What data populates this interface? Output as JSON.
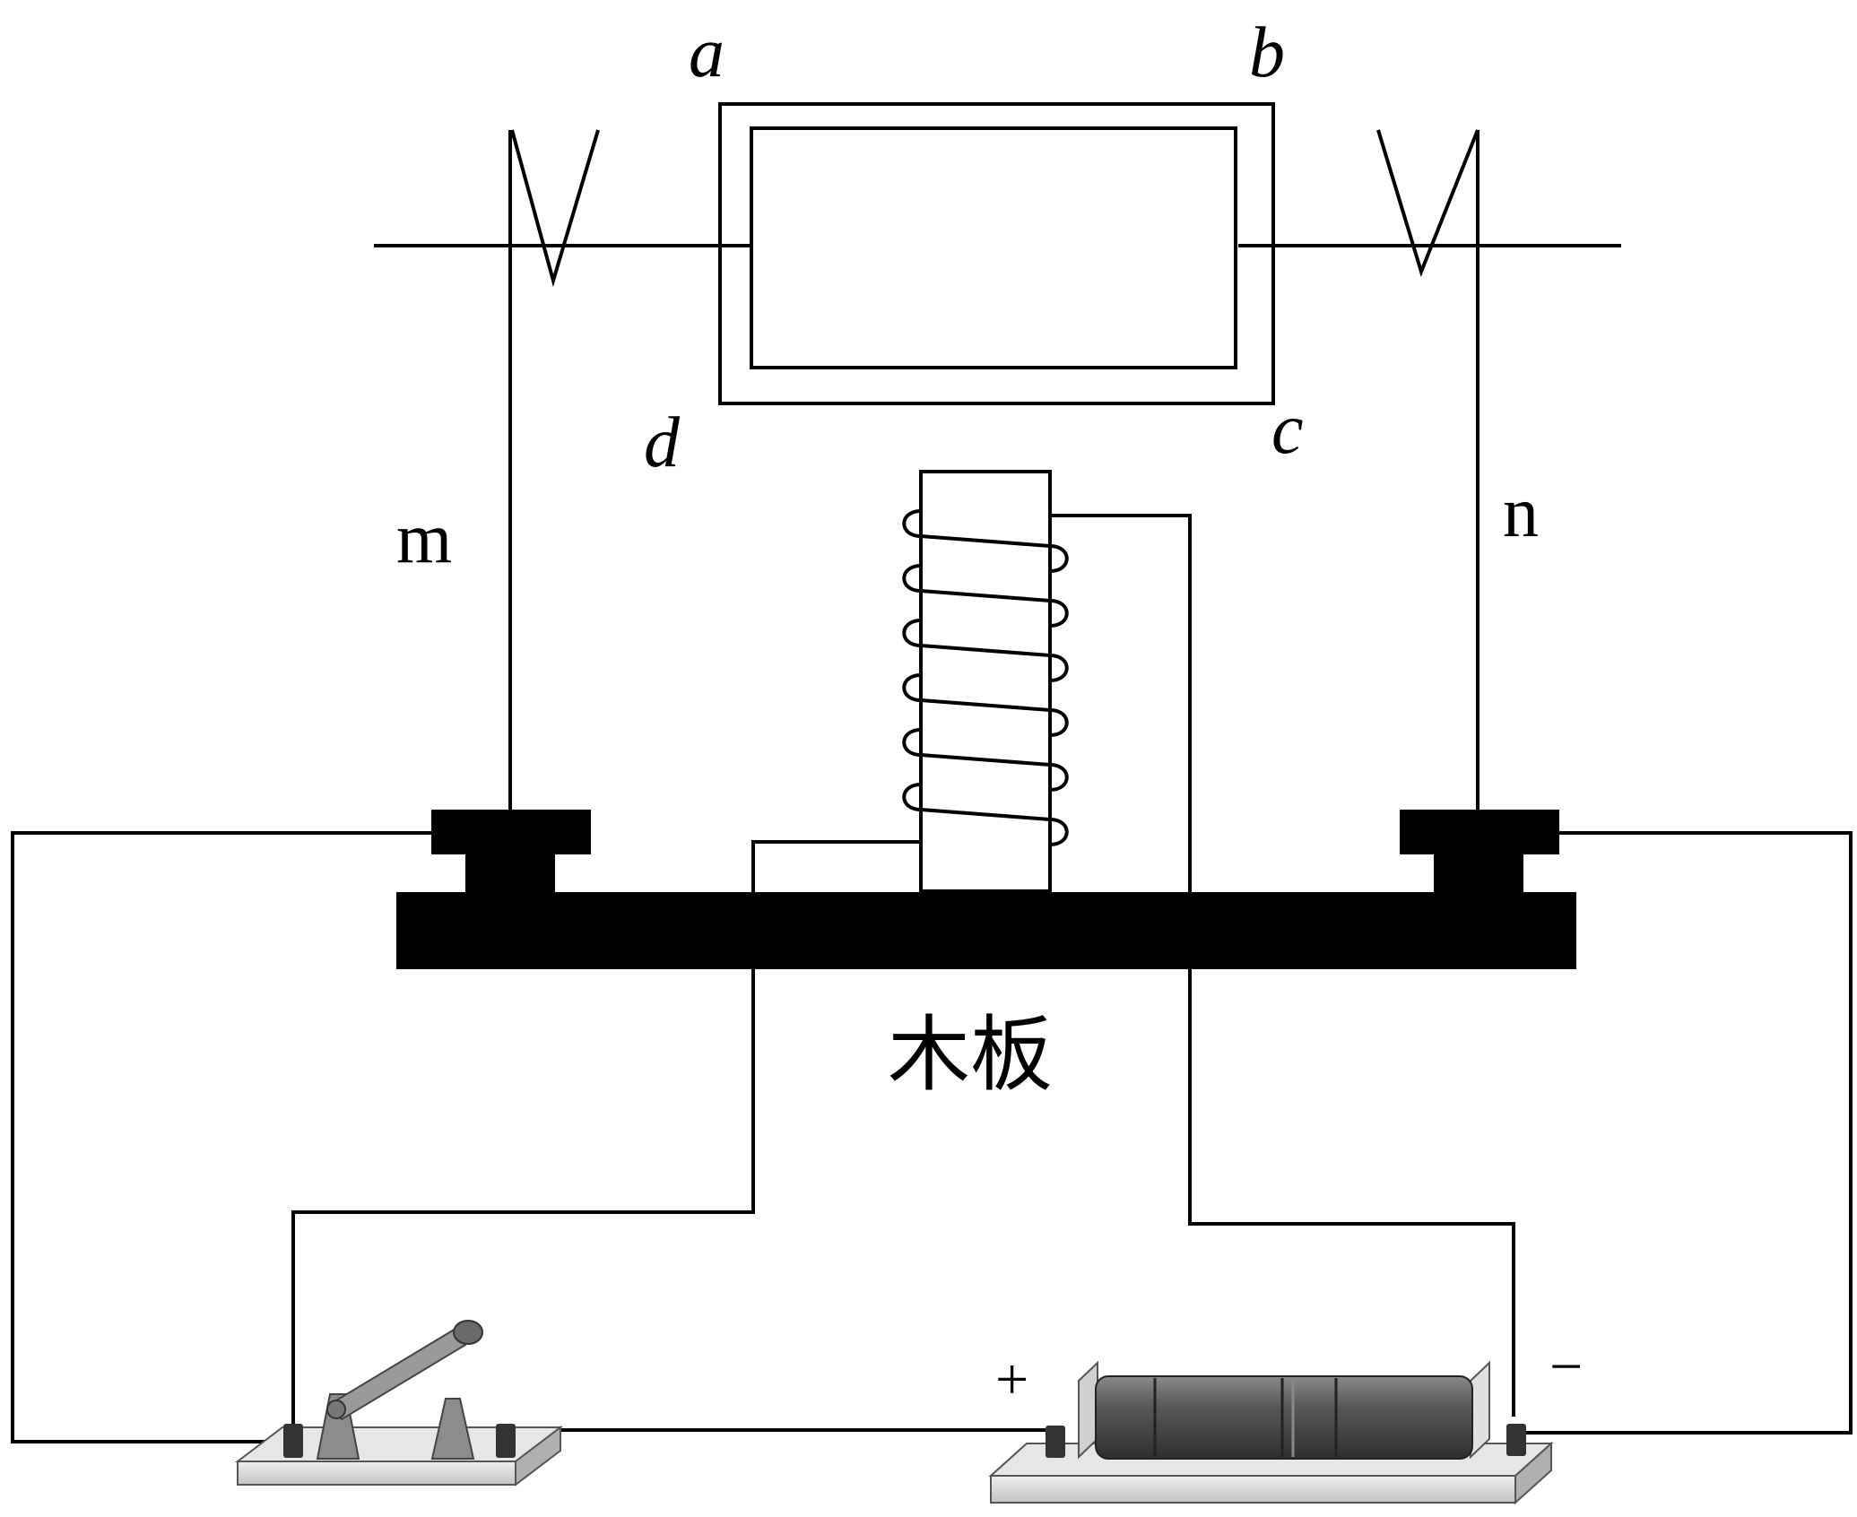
{
  "labels": {
    "corner_a": "a",
    "corner_b": "b",
    "corner_c": "c",
    "corner_d": "d",
    "left_support": "m",
    "right_support": "n",
    "board": "木板",
    "positive": "+",
    "negative": "−"
  },
  "colors": {
    "line": "#000000",
    "background": "#ffffff",
    "base_gray": "#d6d6d6",
    "battery_dark": "#4a4a4a",
    "switch_gray": "#8c8c8c"
  },
  "icons": {
    "switch": "knife-switch-icon",
    "battery": "battery-icon",
    "coil": "solenoid-coil-icon"
  }
}
